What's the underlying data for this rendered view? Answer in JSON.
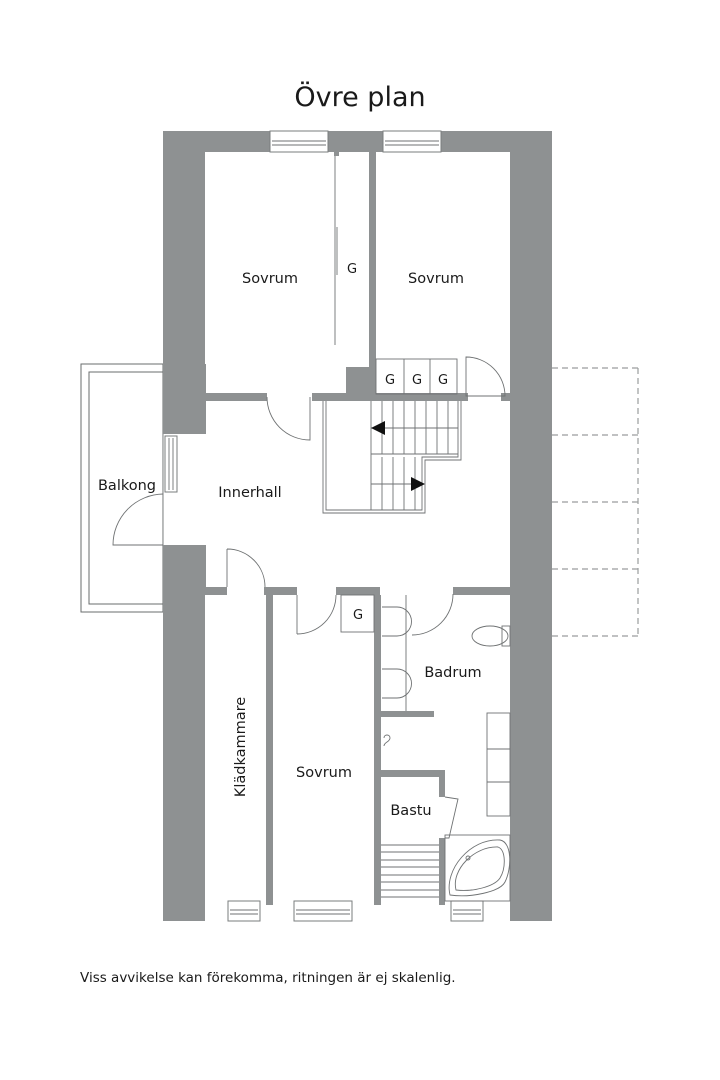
{
  "title": "Övre plan",
  "footer_note": "Viss avvikelse kan förekomma, ritningen är ej skalenlig.",
  "colors": {
    "wall": "#8e9192",
    "line": "#6a6d6e",
    "background": "#ffffff",
    "text": "#1a1a1a"
  },
  "rooms": {
    "sovrum_top_left": "Sovrum",
    "sovrum_top_right": "Sovrum",
    "closet_top": "G",
    "closets_row": [
      "G",
      "G",
      "G"
    ],
    "balkong": "Balkong",
    "innerhall": "Innerhall",
    "kladkammare": "Klädkammare",
    "sovrum_bottom": "Sovrum",
    "closet_bottom": "G",
    "badrum": "Badrum",
    "bastu": "Bastu"
  }
}
